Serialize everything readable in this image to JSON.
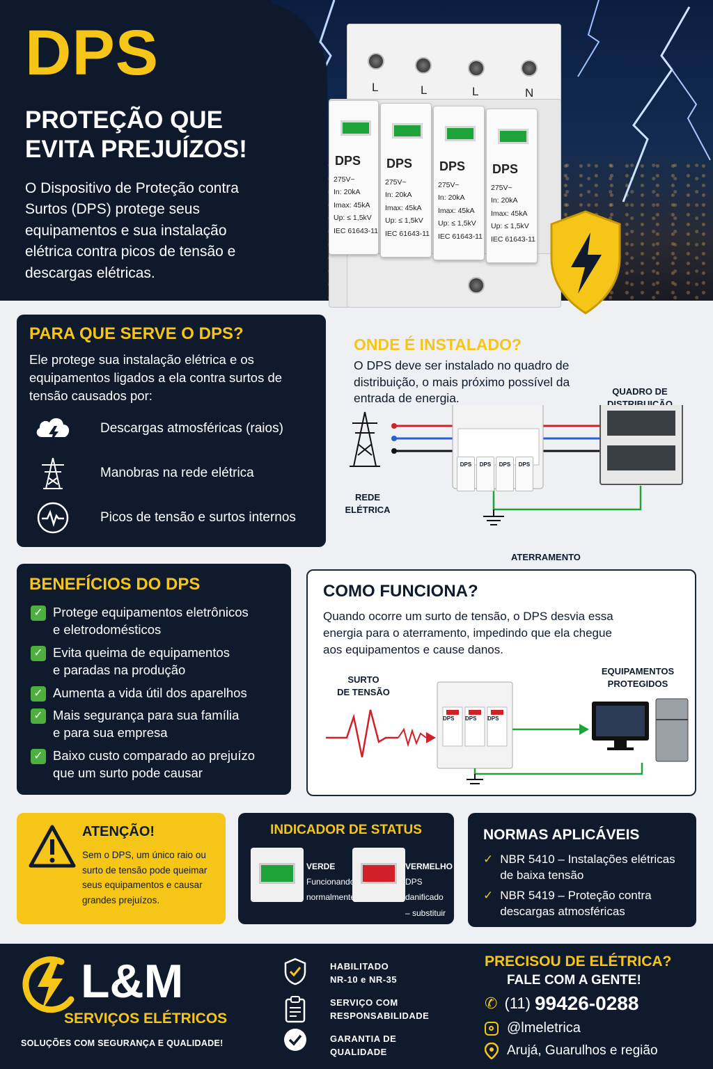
{
  "hero": {
    "title": "DPS",
    "subtitle_line1": "PROTEÇÃO QUE",
    "subtitle_line2": "EVITA PREJUÍZOS!",
    "description": "O Dispositivo de Proteção contra Surtos (DPS) protege seus equipamentos e sua instalação elétrica contra picos de tensão e descargas elétricas."
  },
  "device": {
    "terminals": [
      "L",
      "L",
      "L",
      "N"
    ],
    "module_label": "DPS",
    "spec_voltage": "275V~",
    "spec_in_label": "In:",
    "spec_in": "20kA",
    "spec_imax": "Imax: 45kA",
    "spec_up": "Up: ≤ 1,5kV",
    "spec_norm": "IEC 61643-11"
  },
  "serve": {
    "title": "PARA QUE SERVE O DPS?",
    "text": "Ele protege sua instalação elétrica e os equipamentos ligados a ela contra surtos de tensão causados por:",
    "items": [
      {
        "icon": "storm-cloud-icon",
        "label": "Descargas atmosféricas (raios)"
      },
      {
        "icon": "power-tower-icon",
        "label": "Manobras na rede elétrica"
      },
      {
        "icon": "pulse-icon",
        "label": "Picos de tensão e surtos internos"
      }
    ]
  },
  "onde": {
    "title": "ONDE É INSTALADO?",
    "text": "O DPS deve ser instalado no quadro de distribuição, o mais próximo possível da entrada de energia.",
    "label_quadro_1": "QUADRO DE",
    "label_quadro_2": "DISTRIBUIÇÃO",
    "label_rede_1": "REDE",
    "label_rede_2": "ELÉTRICA",
    "label_aterramento": "ATERRAMENTO"
  },
  "beneficios": {
    "title": "BENEFÍCIOS DO DPS",
    "items": [
      {
        "l1": "Protege equipamentos eletrônicos",
        "l2": "e eletrodomésticos"
      },
      {
        "l1": "Evita queima de equipamentos",
        "l2": "e paradas na produção"
      },
      {
        "l1": "Aumenta a vida útil dos aparelhos",
        "l2": ""
      },
      {
        "l1": "Mais segurança para sua família",
        "l2": "e para sua empresa"
      },
      {
        "l1": "Baixo custo comparado ao prejuízo",
        "l2": "que um surto pode causar"
      }
    ]
  },
  "como": {
    "title": "COMO FUNCIONA?",
    "text": "Quando ocorre um surto de tensão, o DPS desvia essa energia para o aterramento, impedindo que ela chegue aos equipamentos e cause danos.",
    "label_surto_1": "SURTO",
    "label_surto_2": "DE TENSÃO",
    "label_equip_1": "EQUIPAMENTOS",
    "label_equip_2": "PROTEGIDOS"
  },
  "atencao": {
    "title": "ATENÇÃO!",
    "text": "Sem o DPS, um único raio ou surto de tensão pode queimar seus equipamentos e causar grandes prejuízos."
  },
  "status": {
    "title": "INDICADOR DE STATUS",
    "green_title": "VERDE",
    "green_l1": "Funcionando",
    "green_l2": "normalmente",
    "red_title": "VERMELHO",
    "red_l1": "DPS danificado",
    "red_l2": "– substituir"
  },
  "normas": {
    "title": "NORMAS APLICÁVEIS",
    "items": [
      {
        "l1": "NBR 5410 – Instalações elétricas",
        "l2": "de baixa tensão"
      },
      {
        "l1": "NBR 5419 – Proteção contra",
        "l2": "descargas atmosféricas"
      }
    ]
  },
  "footer": {
    "brand": "L&M",
    "brand_sub": "SERVIÇOS ELÉTRICOS",
    "tagline": "SOLUÇÕES COM SEGURANÇA E QUALIDADE!",
    "badges": [
      {
        "icon": "shield-check-icon",
        "l1": "HABILITADO",
        "l2": "NR-10 e NR-35"
      },
      {
        "icon": "clipboard-icon",
        "l1": "SERVIÇO COM",
        "l2": "RESPONSABILIDADE"
      },
      {
        "icon": "quality-seal-icon",
        "l1": "GARANTIA DE",
        "l2": "QUALIDADE"
      }
    ],
    "cta_1": "PRECISOU DE ELÉTRICA?",
    "cta_2": "FALE COM A GENTE!",
    "phone_prefix": "(11)",
    "phone": "99426-0288",
    "instagram": "@lmeletrica",
    "location": "Arujá, Guarulhos e região"
  },
  "colors": {
    "navy": "#0f1b2d",
    "yellow": "#f5c518",
    "green": "#1ea33b",
    "red": "#d0202a"
  }
}
